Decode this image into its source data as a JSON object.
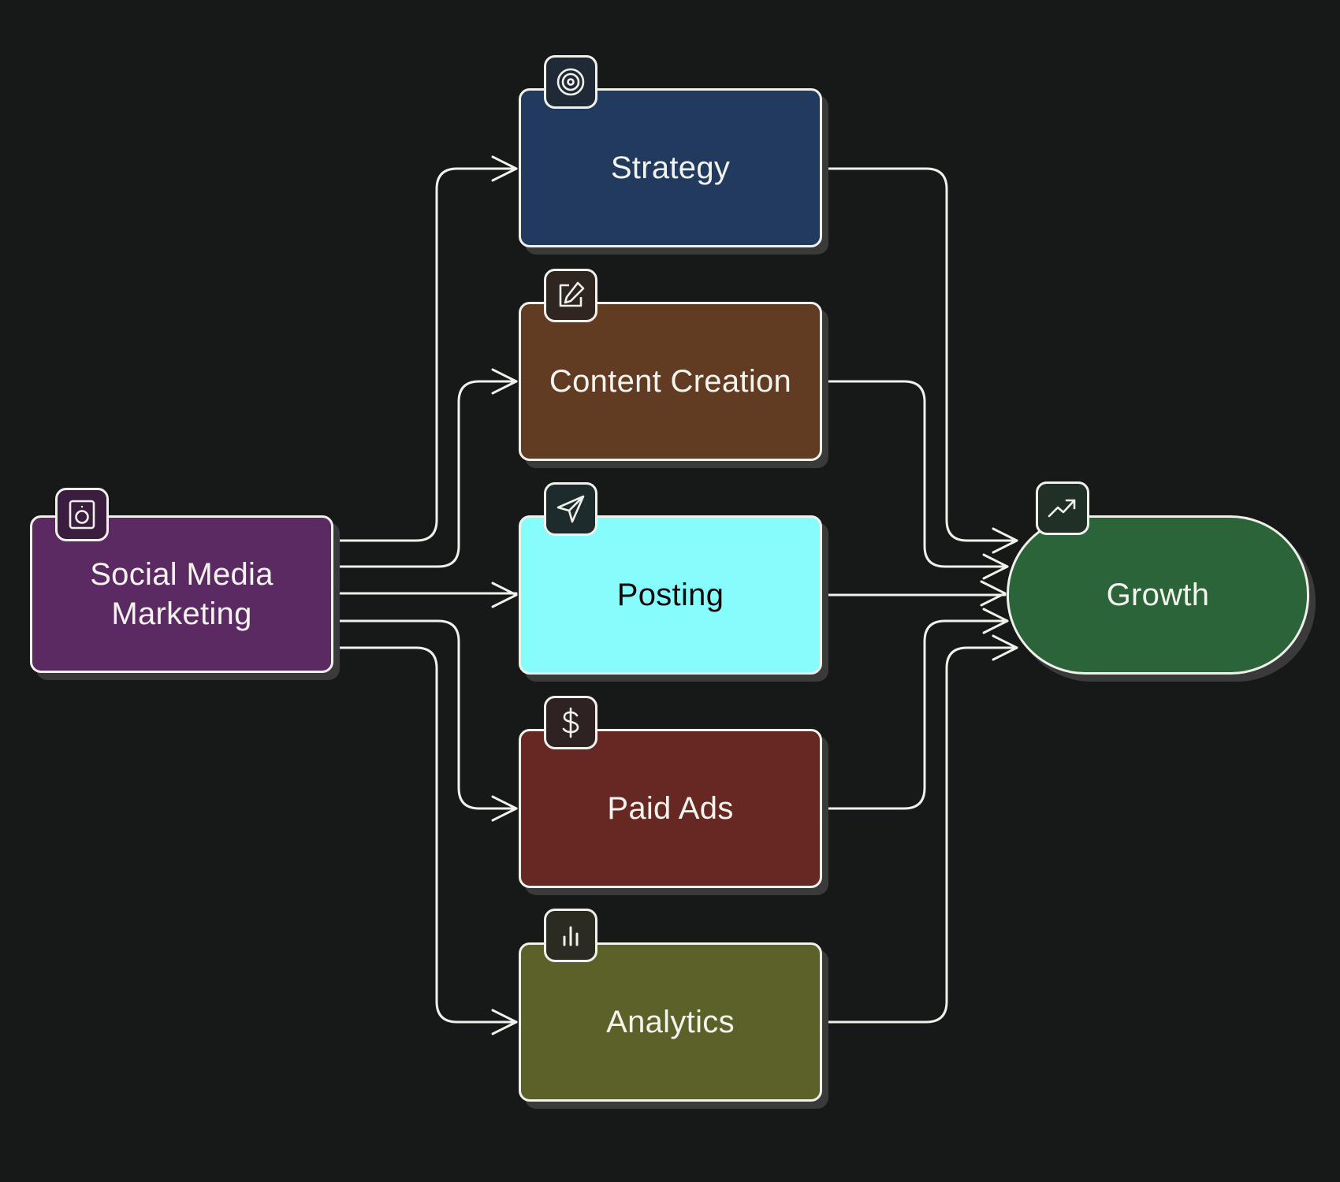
{
  "diagram": {
    "type": "flowchart",
    "background": "#171818",
    "source": {
      "id": "smm",
      "label_lines": [
        "Social Media",
        "Marketing"
      ],
      "color": "#5c2a63",
      "icon": "instagram-icon"
    },
    "stages": [
      {
        "id": "strategy",
        "label": "Strategy",
        "color": "#213a5e",
        "icon": "target-icon",
        "badge_color": "#1f2a36"
      },
      {
        "id": "content",
        "label": "Content Creation",
        "color": "#623b23",
        "icon": "edit-icon",
        "badge_color": "#2f2620"
      },
      {
        "id": "posting",
        "label": "Posting",
        "color": "#86fcfd",
        "icon": "send-icon",
        "badge_color": "#1e2b2c",
        "dark_text": true
      },
      {
        "id": "paid",
        "label": "Paid Ads",
        "color": "#672823",
        "icon": "dollar-icon",
        "badge_color": "#2f2222"
      },
      {
        "id": "analytics",
        "label": "Analytics",
        "color": "#5b6128",
        "icon": "bar-chart-icon",
        "badge_color": "#2b2b22"
      }
    ],
    "target": {
      "id": "growth",
      "label": "Growth",
      "color": "#2c643a",
      "icon": "trending-up-icon",
      "badge_color": "#213026"
    },
    "edges": [
      {
        "from": "smm",
        "to": "strategy"
      },
      {
        "from": "smm",
        "to": "content"
      },
      {
        "from": "smm",
        "to": "posting"
      },
      {
        "from": "smm",
        "to": "paid"
      },
      {
        "from": "smm",
        "to": "analytics"
      },
      {
        "from": "strategy",
        "to": "growth"
      },
      {
        "from": "content",
        "to": "growth"
      },
      {
        "from": "posting",
        "to": "growth"
      },
      {
        "from": "paid",
        "to": "growth"
      },
      {
        "from": "analytics",
        "to": "growth"
      }
    ],
    "line_color": "#f1f1ec"
  }
}
